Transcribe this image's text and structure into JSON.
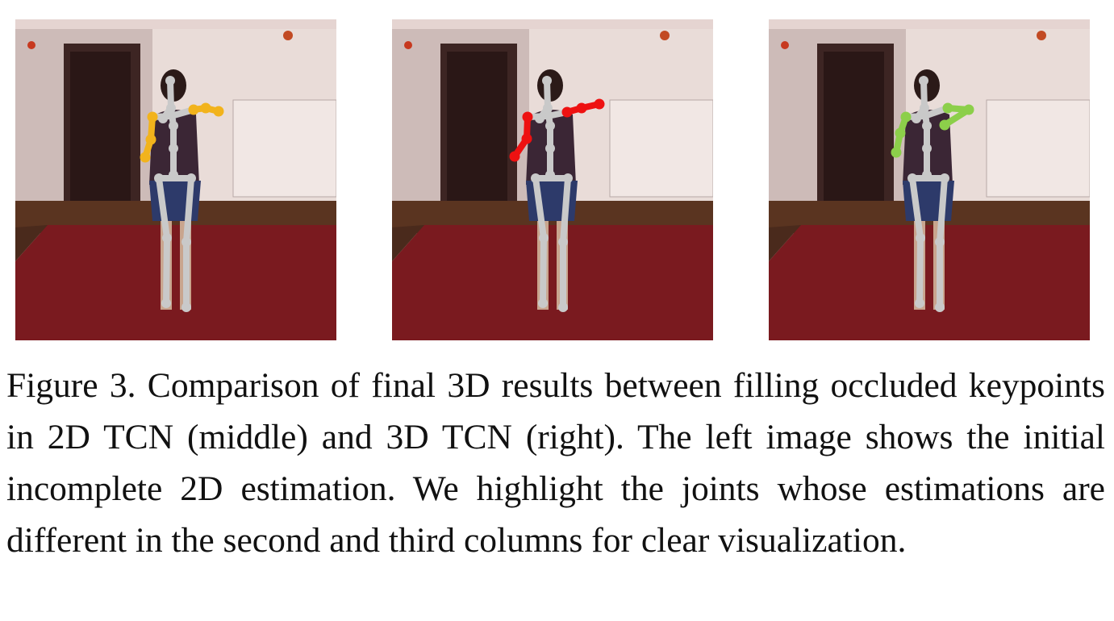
{
  "figure": {
    "caption": "Figure 3. Comparison of final 3D results between filling occluded keypoints in 2D TCN (middle) and 3D TCN (right). The left image shows the initial incomplete 2D estimation. We highlight the joints whose estimations are different in the second and third columns for clear visualization."
  },
  "panels": [
    {
      "id": "left",
      "highlight_color": "#f2b31c"
    },
    {
      "id": "middle",
      "highlight_color": "#ee1111"
    },
    {
      "id": "right",
      "highlight_color": "#8ccf4a"
    }
  ],
  "colors": {
    "skeleton": "#c9c9c9",
    "carpet": "#7a1a1f",
    "wall": "#e9dcd8"
  }
}
